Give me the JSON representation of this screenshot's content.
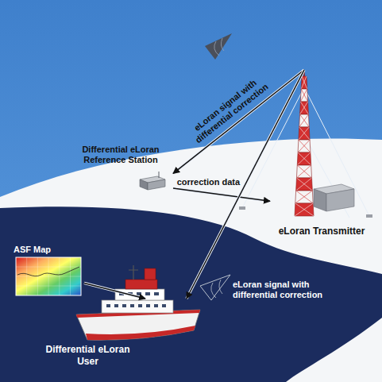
{
  "diagram": {
    "nodes": [
      {
        "text": [
          "Differential eLoran Reference Station"
        ]
      },
      {
        "text": [
          "eLoran Transmitter"
        ]
      },
      {
        "text": [
          "ASF Map"
        ]
      },
      {
        "text": [
          "Differential eLoran User"
        ]
      }
    ],
    "edges": [
      {
        "from": 1,
        "to": 0,
        "label": "eLoran signal with differential correction",
        "arrow": "to"
      },
      {
        "from": 0,
        "to": 1,
        "label": "correction data",
        "arrow": "to"
      },
      {
        "from": 1,
        "to": 3,
        "label": "eLoran signal with differential correction",
        "arrow": "to"
      },
      {
        "from": 2,
        "to": 3,
        "arrow": "to"
      }
    ]
  }
}
